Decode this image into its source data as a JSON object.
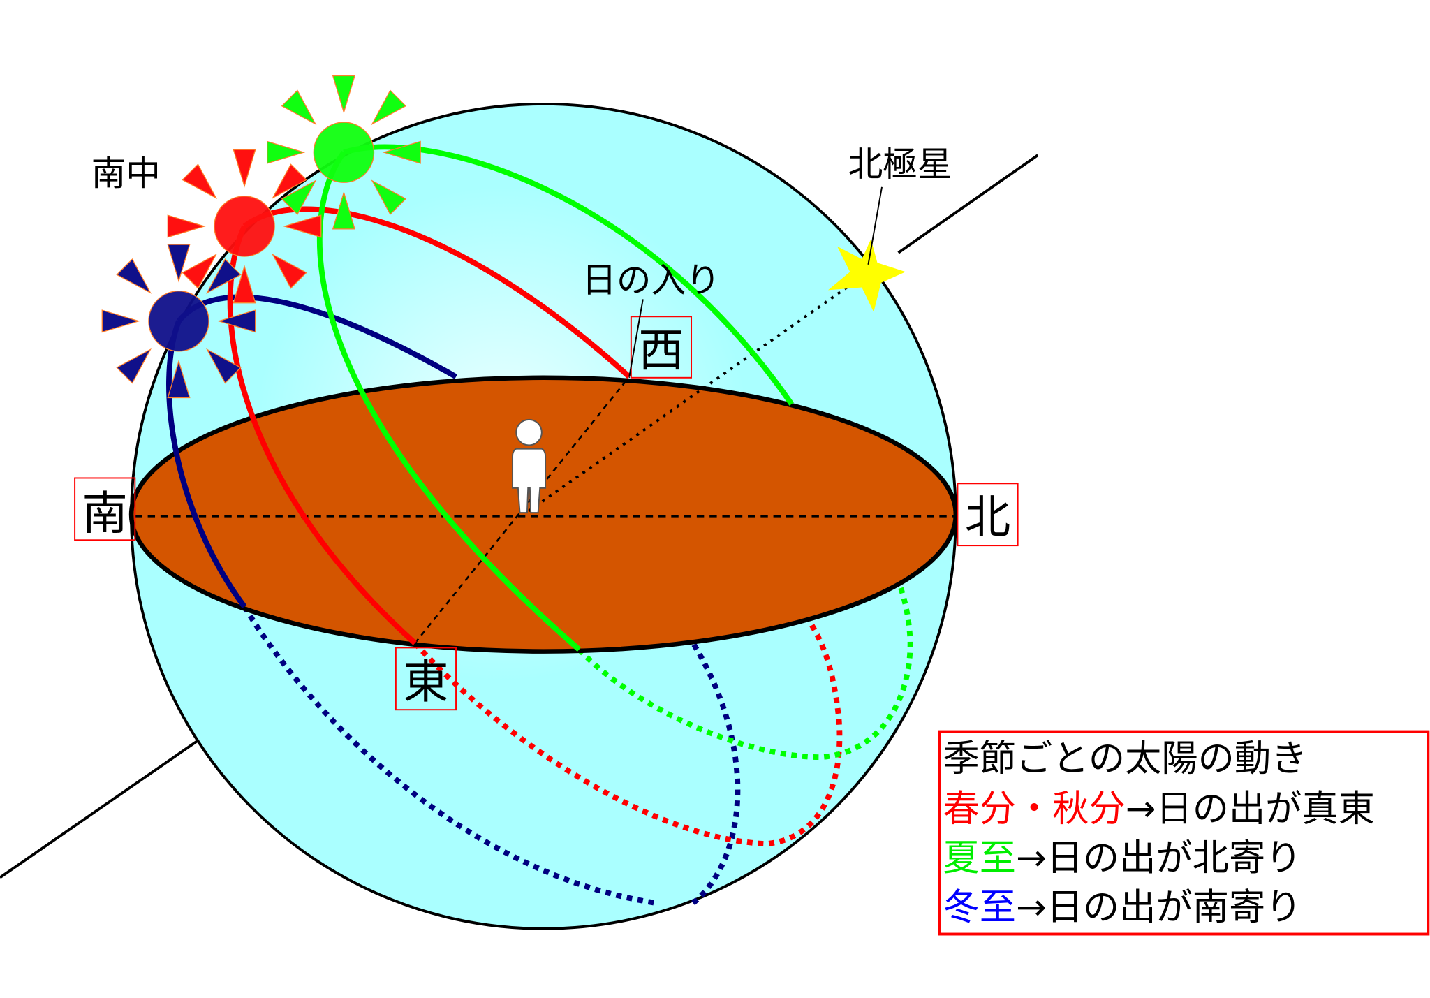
{
  "labels": {
    "south": "南",
    "north": "北",
    "west": "西",
    "east": "東",
    "culmination": "南中",
    "polaris": "北極星",
    "sunset": "日の入り"
  },
  "legend": {
    "title": "季節ごとの太陽の動き",
    "equinox_season": "春分・秋分",
    "equinox_result": "→日の出が真東",
    "summer_season": "夏至",
    "summer_result": "→日の出が北寄り",
    "winter_season": "冬至",
    "winter_result": "→日の出が南寄り"
  },
  "colors": {
    "sky": "#aaffff",
    "ground": "#d45500",
    "equinox": "#ff0000",
    "summer": "#00ff00",
    "winter": "#000080",
    "winter_text": "#0000ff",
    "polaris": "#ffff00",
    "label_box": "#ff0000"
  }
}
